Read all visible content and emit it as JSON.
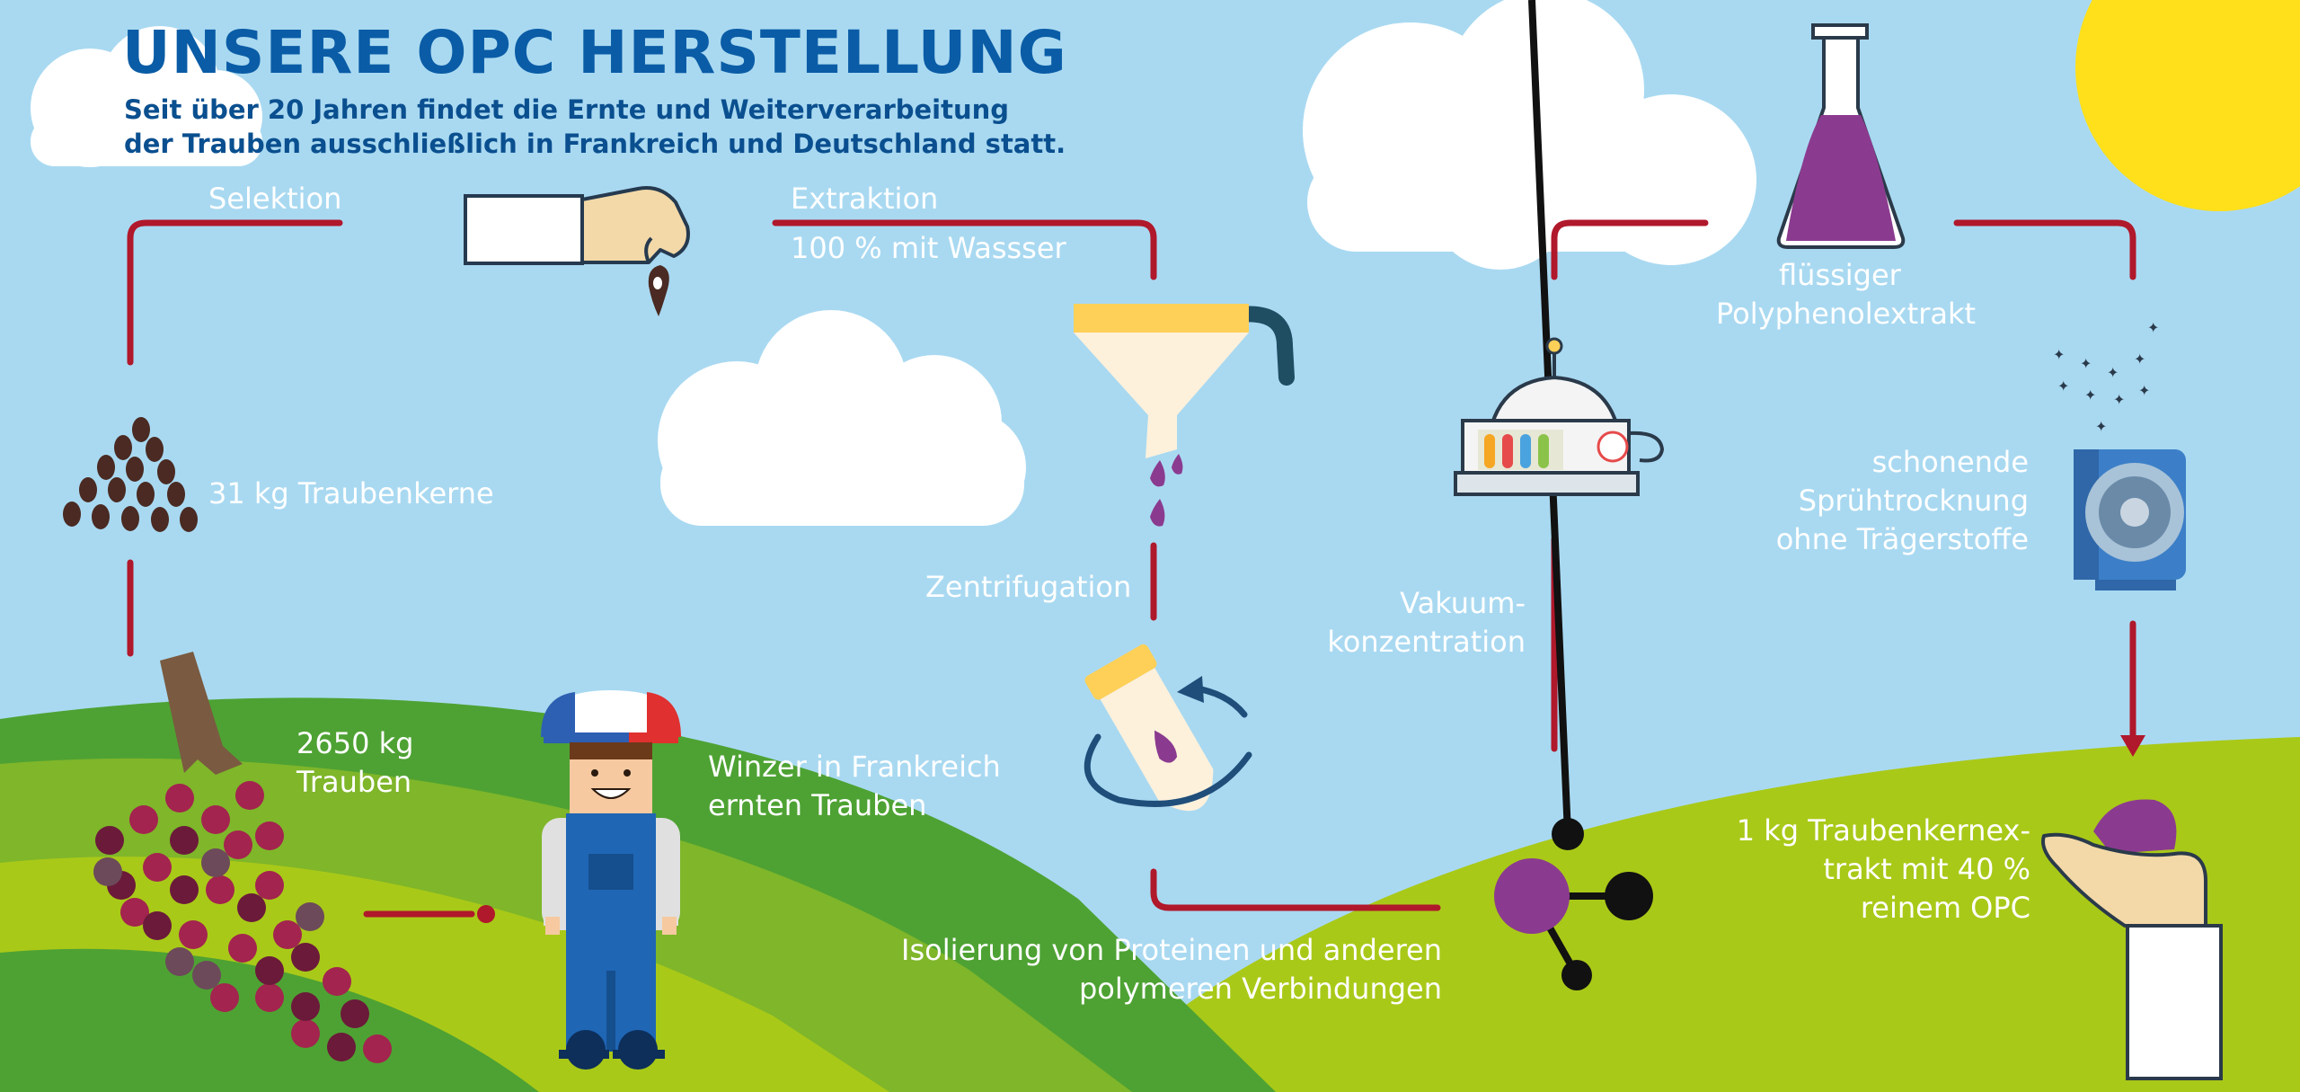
{
  "header": {
    "title": "UNSERE OPC HERSTELLUNG",
    "subtitle_line1": "Seit über 20 Jahren findet die Ernte und Weiterverarbeitung",
    "subtitle_line2": "der Trauben ausschließlich in Frankreich und Deutschland statt."
  },
  "steps": {
    "selektion": "Selektion",
    "extraktion": "Extraktion",
    "extraktion_detail": "100 % mit Wassser",
    "fluessig_line1": "flüssiger",
    "fluessig_line2": "Polyphenolextrakt",
    "kerne": "31 kg Traubenkerne",
    "zentrifugation": "Zentrifugation",
    "vakuum_line1": "Vakuum-",
    "vakuum_line2": "konzentration",
    "spruehen_line1": "schonende",
    "spruehen_line2": "Sprühtrocknung",
    "spruehen_line3": "ohne Trägerstoffe",
    "trauben_line1": "2650 kg",
    "trauben_line2": "Trauben",
    "winzer_line1": "Winzer in Frankreich",
    "winzer_line2": "ernten Trauben",
    "isolierung_line1": "Isolierung von Proteinen und anderen",
    "isolierung_line2": "polymeren Verbindungen",
    "ergebnis_line1": "1 kg Traubenkernex-",
    "ergebnis_line2": "trakt mit 40 %",
    "ergebnis_line3": "reinem OPC"
  },
  "colors": {
    "sky": "#a9d9f1",
    "title_blue": "#0a5ca6",
    "flow_red": "#b0182b",
    "hill_light": "#a9c918",
    "hill_mid": "#7fb62a",
    "hill_dark": "#4ea233",
    "purple": "#8b3b8f",
    "sun": "#ffe01a",
    "seed": "#4a2a22"
  },
  "icons": [
    "hand-picking-seed-icon",
    "funnel-pitcher-icon",
    "erlenmeyer-flask-icon",
    "vacuum-evaporator-icon",
    "spray-dryer-fan-icon",
    "centrifuge-tube-icon",
    "molecule-icon",
    "hand-holding-powder-icon",
    "grape-cluster-icon",
    "grape-seeds-icon",
    "winemaker-figure-icon",
    "sun-icon"
  ]
}
